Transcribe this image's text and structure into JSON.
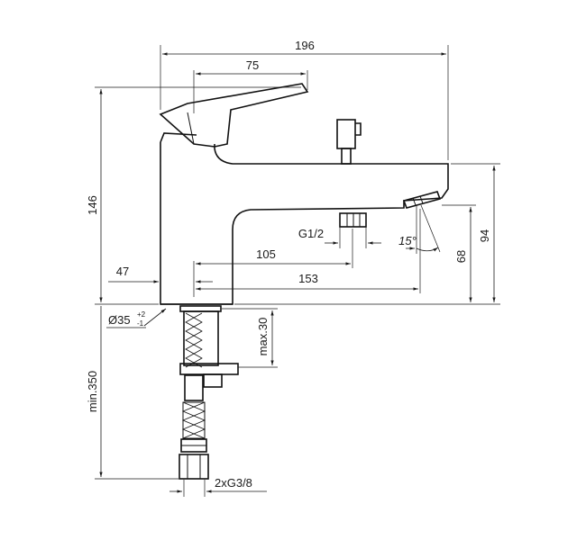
{
  "dimensions": {
    "overall_width": "196",
    "lever_length": "75",
    "overall_height": "146",
    "spout_height": "94",
    "outlet_height": "68",
    "outlet_angle": "15°",
    "diverter_thread": "G1/2",
    "diverter_reach": "105",
    "spout_reach": "153",
    "body_offset": "47",
    "hole_diameter": "Ø35",
    "hole_tol_plus": "+2",
    "hole_tol_minus": "-1",
    "max_deck_thickness": "max.30",
    "min_hose_length": "min.350",
    "hose_connection": "2xG3/8"
  }
}
